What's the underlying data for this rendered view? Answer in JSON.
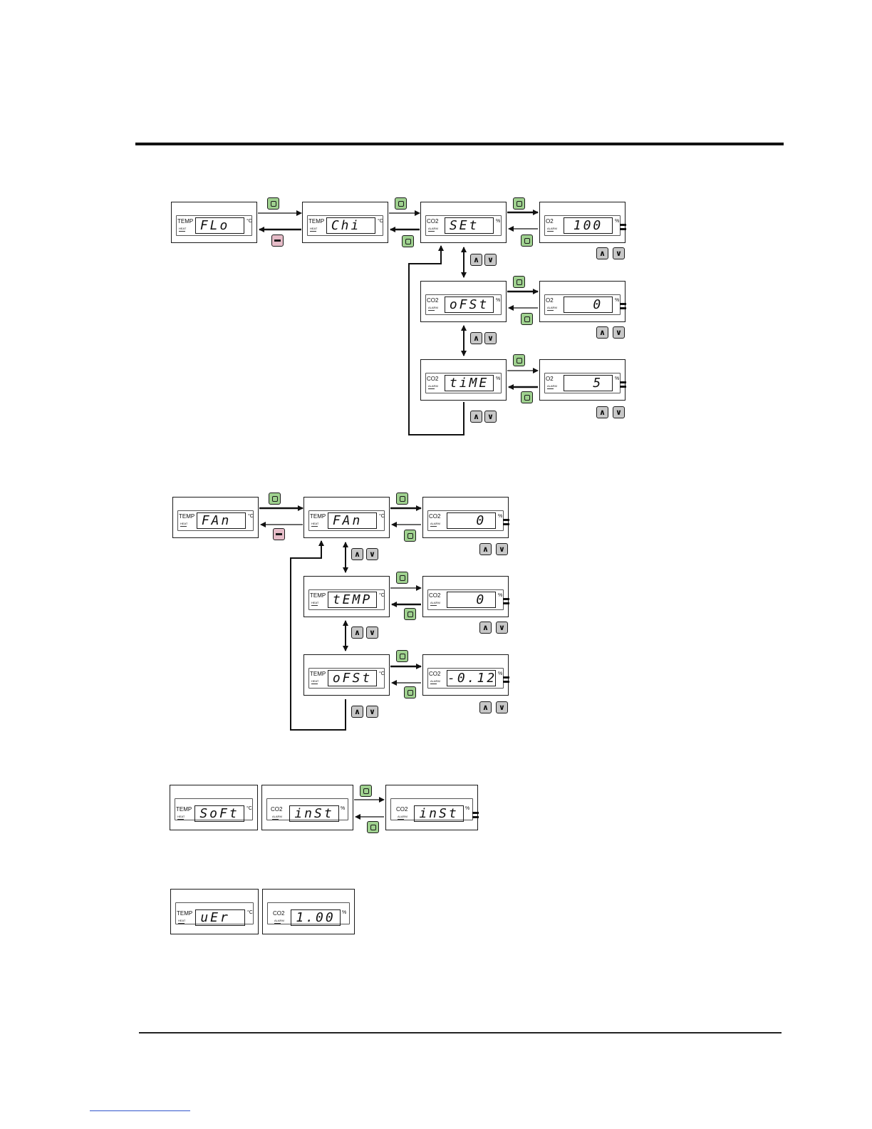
{
  "labels": {
    "temp": "TEMP",
    "heat": "HEAT",
    "co2": "CO2",
    "o2": "O2",
    "alarm": "ALARM",
    "degc": "°C",
    "pct": "%"
  },
  "diagram1": {
    "panels": [
      {
        "id": "d1-flo",
        "lbl": "TEMP",
        "sub": "HEAT",
        "lcd": "FLo ",
        "unit": "°C"
      },
      {
        "id": "d1-chi",
        "lbl": "TEMP",
        "sub": "HEAT",
        "lcd": "Chi ",
        "unit": "°C"
      },
      {
        "id": "d1-set",
        "lbl": "CO2",
        "sub": "ALARM",
        "lcd": "SEt ",
        "unit": "%"
      },
      {
        "id": "d1-100",
        "lbl": "O2",
        "sub": "ALARM",
        "lcd": "100",
        "unit": "%"
      },
      {
        "id": "d1-ofst",
        "lbl": "CO2",
        "sub": "ALARM",
        "lcd": "oFSt",
        "unit": "%"
      },
      {
        "id": "d1-0",
        "lbl": "O2",
        "sub": "ALARM",
        "lcd": "  0",
        "unit": "%"
      },
      {
        "id": "d1-time",
        "lbl": "CO2",
        "sub": "ALARM",
        "lcd": "tiME",
        "unit": "%"
      },
      {
        "id": "d1-5",
        "lbl": "O2",
        "sub": "ALARM",
        "lcd": "  5",
        "unit": "%"
      }
    ]
  },
  "diagram2": {
    "panels": [
      {
        "id": "d2-fan1",
        "lbl": "TEMP",
        "sub": "HEAT",
        "lcd": "FAn ",
        "unit": "°C"
      },
      {
        "id": "d2-fan2",
        "lbl": "TEMP",
        "sub": "HEAT",
        "lcd": "FAn ",
        "unit": "°C"
      },
      {
        "id": "d2-v0a",
        "lbl": "CO2",
        "sub": "ALARM",
        "lcd": "  0",
        "unit": "%"
      },
      {
        "id": "d2-temp",
        "lbl": "TEMP",
        "sub": "HEAT",
        "lcd": "tEMP",
        "unit": "°C"
      },
      {
        "id": "d2-v0b",
        "lbl": "CO2",
        "sub": "ALARM",
        "lcd": "  0",
        "unit": "%"
      },
      {
        "id": "d2-ofst",
        "lbl": "TEMP",
        "sub": "HEAT",
        "lcd": "oFSt",
        "unit": "°C"
      },
      {
        "id": "d2-v012",
        "lbl": "CO2",
        "sub": "ALARM",
        "lcd": "-0.12",
        "unit": "%"
      }
    ]
  },
  "diagram3": {
    "panels": [
      {
        "id": "d3-soft",
        "lbl": "TEMP",
        "sub": "HEAT",
        "lcd": "SoFt",
        "unit": "°C"
      },
      {
        "id": "d3-inst",
        "lbl": "CO2",
        "sub": "ALARM",
        "lcd": "inSt",
        "unit": "%"
      },
      {
        "id": "d3-inst2",
        "lbl": "CO2",
        "sub": "ALARM",
        "lcd": "inSt",
        "unit": "%"
      }
    ]
  },
  "diagram4": {
    "panels": [
      {
        "id": "d4-ver",
        "lbl": "TEMP",
        "sub": "HEAT",
        "lcd": "uEr ",
        "unit": "°C"
      },
      {
        "id": "d4-100",
        "lbl": "CO2",
        "sub": "ALARM",
        "lcd": "1.00",
        "unit": "%"
      }
    ]
  },
  "buttons": {
    "up": "∧",
    "down": "∨"
  }
}
